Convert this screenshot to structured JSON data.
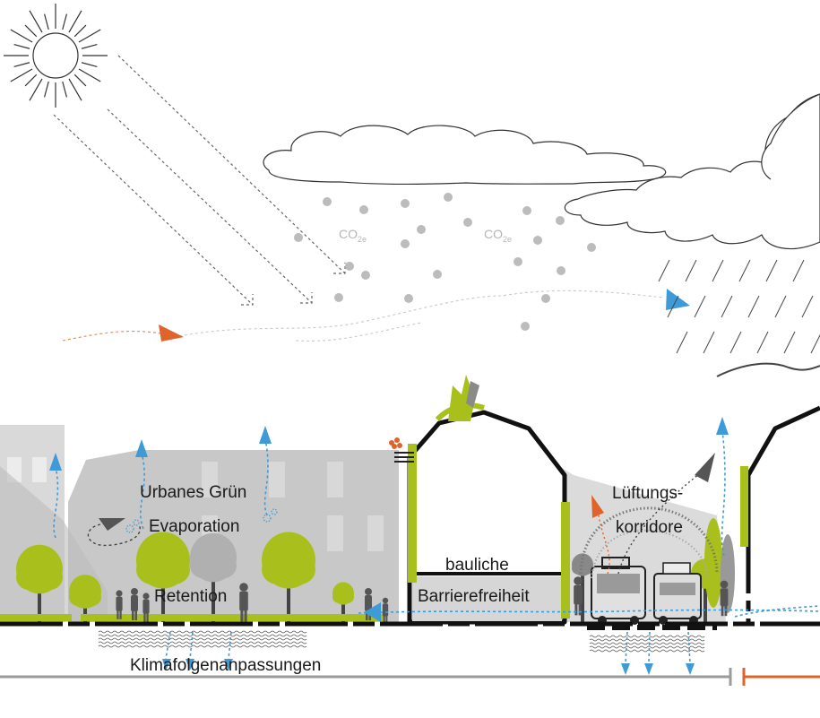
{
  "labels": {
    "urbanes_gruen": "Urbanes Grün",
    "evaporation": "Evaporation",
    "retention": "Retention",
    "bauliche": "bauliche",
    "barrierefreiheit": "Barrierefreiheit",
    "lueftungs": "Lüftungs-",
    "korridore": "korridore",
    "klimafolgen": "Klimafolgenanpassungen"
  },
  "co2": {
    "main": "CO",
    "sub": "2e"
  },
  "colors": {
    "ground": "#111111",
    "green": "#a9c01c",
    "dark_green": "#7f9516",
    "building_gray": "#cfcfcf",
    "light_gray": "#e6e6e6",
    "cloud_stroke": "#333333",
    "arrow_blue": "#3f9bd8",
    "arrow_orange": "#e0642a",
    "arrow_dark": "#555555",
    "timeline_gray": "#9b9b9b"
  },
  "icons": [
    "sun-icon",
    "cloud-icon",
    "rain-icon",
    "tree-icon",
    "person-icon",
    "bus-icon",
    "truck-icon",
    "flower-icon"
  ]
}
